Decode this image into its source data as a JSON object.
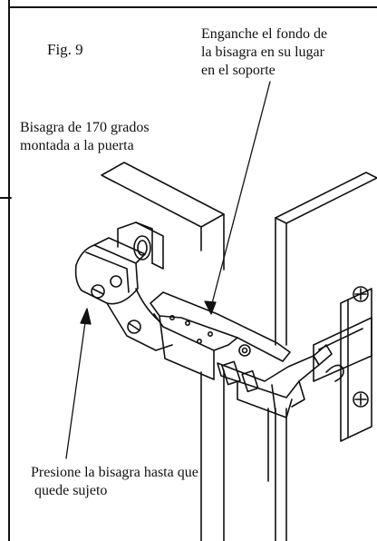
{
  "figure": {
    "label": "Fig. 9"
  },
  "callouts": {
    "engage": [
      "Enganche el fondo de",
      "la bisagra en su lugar",
      "en el soporte"
    ],
    "mounted": [
      "Bisagra de 170 grados",
      "montada a la puerta"
    ],
    "press": [
      "Presione la bisagra hasta que",
      " quede sujeto"
    ]
  },
  "colors": {
    "line": "#111111",
    "paper": "#ffffff"
  }
}
